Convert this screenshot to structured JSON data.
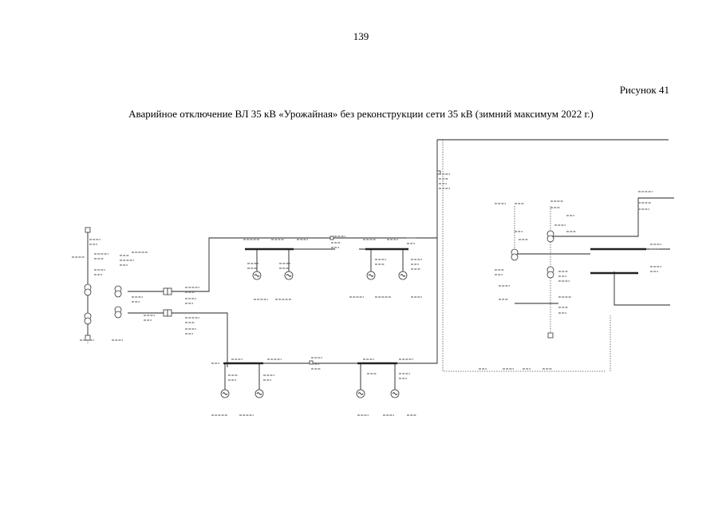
{
  "page": {
    "number": "139"
  },
  "figure": {
    "label": "Рисунок 41",
    "caption": "Аварийное отключение ВЛ 35 кВ «Урожайная» без реконструкции сети 35 кВ (зимний максимум 2022 г.)"
  },
  "schematic": {
    "icons": [
      "generator-icon",
      "transformer-icon",
      "breaker-icon",
      "substation-node-icon"
    ],
    "line_color": "#222222",
    "background": "#ffffff"
  }
}
